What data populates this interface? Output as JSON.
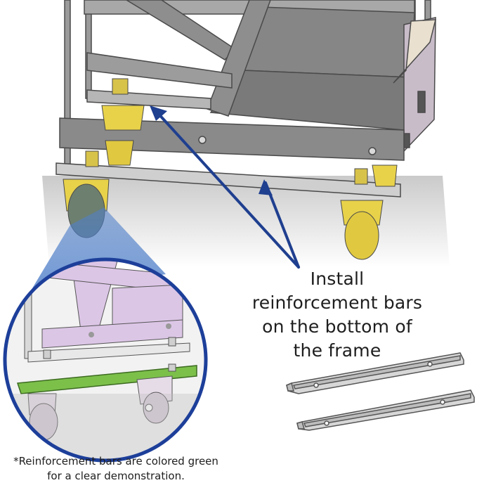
{
  "callout": {
    "lines": [
      "Install",
      "reinforcement bars",
      "on the bottom of",
      "the frame"
    ]
  },
  "footnote": {
    "lines": [
      "*Reinforcement bars are colored green",
      "for a clear demonstration."
    ]
  },
  "colors": {
    "frame": "#8a8a8a",
    "frame_dark": "#5f5f60",
    "caster_yellow": "#e8d24a",
    "wheel": "#6d7f6f",
    "arrow_blue": "#1f3f8f",
    "highlight_green": "#7cc04a",
    "inset_pink": "#dcc6e6",
    "inset_border": "#1d3f9a",
    "cone_blue": "#4f7fc9"
  }
}
